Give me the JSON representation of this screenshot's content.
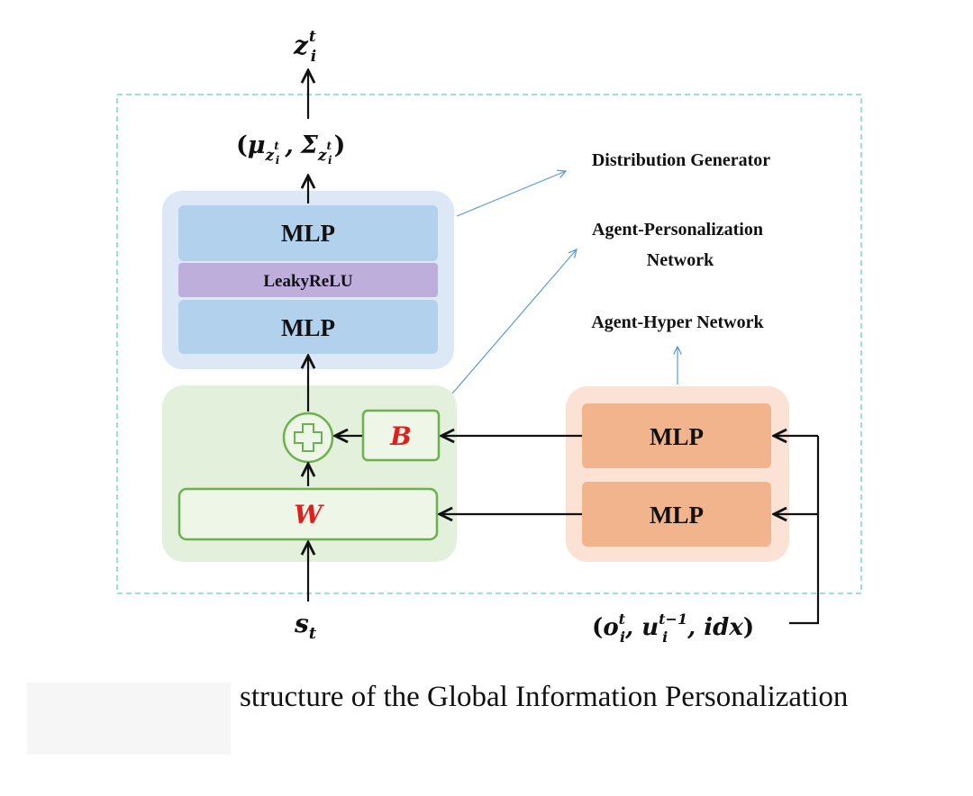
{
  "labels": {
    "output_var": "z",
    "output_var_sup": "t",
    "output_var_sub": "i",
    "dist_params_open": "(",
    "dist_mu": "μ",
    "dist_sigma": "Σ",
    "dist_params_sub": "z",
    "dist_params_subsup": "t",
    "dist_params_subsub": "i",
    "dist_params_sep": ",",
    "dist_params_close": ")",
    "mlp_top": "MLP",
    "leaky_relu": "LeakyReLU",
    "mlp_bottom": "MLP",
    "plus_symbol": "+",
    "bias": "B",
    "weight": "W",
    "state_input": "s",
    "state_input_sub": "t",
    "hyper_mlp_top": "MLP",
    "hyper_mlp_bottom": "MLP",
    "agent_input_open": "(",
    "agent_input_o": "o",
    "agent_input_o_sup": "t",
    "agent_input_o_sub": "i",
    "agent_input_sep1": ", ",
    "agent_input_u": "u",
    "agent_input_u_sup": "t−1",
    "agent_input_u_sub": "i",
    "agent_input_idx": ", idx",
    "agent_input_close": ")",
    "distribution_generator": "Distribution Generator",
    "agent_personalization_line1": "Agent-Personalization",
    "agent_personalization_line2": "Network",
    "agent_hyper_network": "Agent-Hyper Network"
  },
  "caption": "structure of the Global Information Personalization",
  "colors": {
    "dashed_border": "#9fe0d6",
    "distribution_outer": "#dde8f6",
    "mlp_blue": "#b2d1ec",
    "leaky_purple": "#bdaedb",
    "personalization_green_bg": "#e3f0dc",
    "green_stroke": "#6bb24f",
    "green_fill": "#eef6e8",
    "weight_red": "#e01e1e",
    "hyper_outer": "#fbe2d5",
    "hyper_mlp": "#f2b48c",
    "pointer_blue": "#5b9bd5",
    "arrow_black": "#111111"
  }
}
